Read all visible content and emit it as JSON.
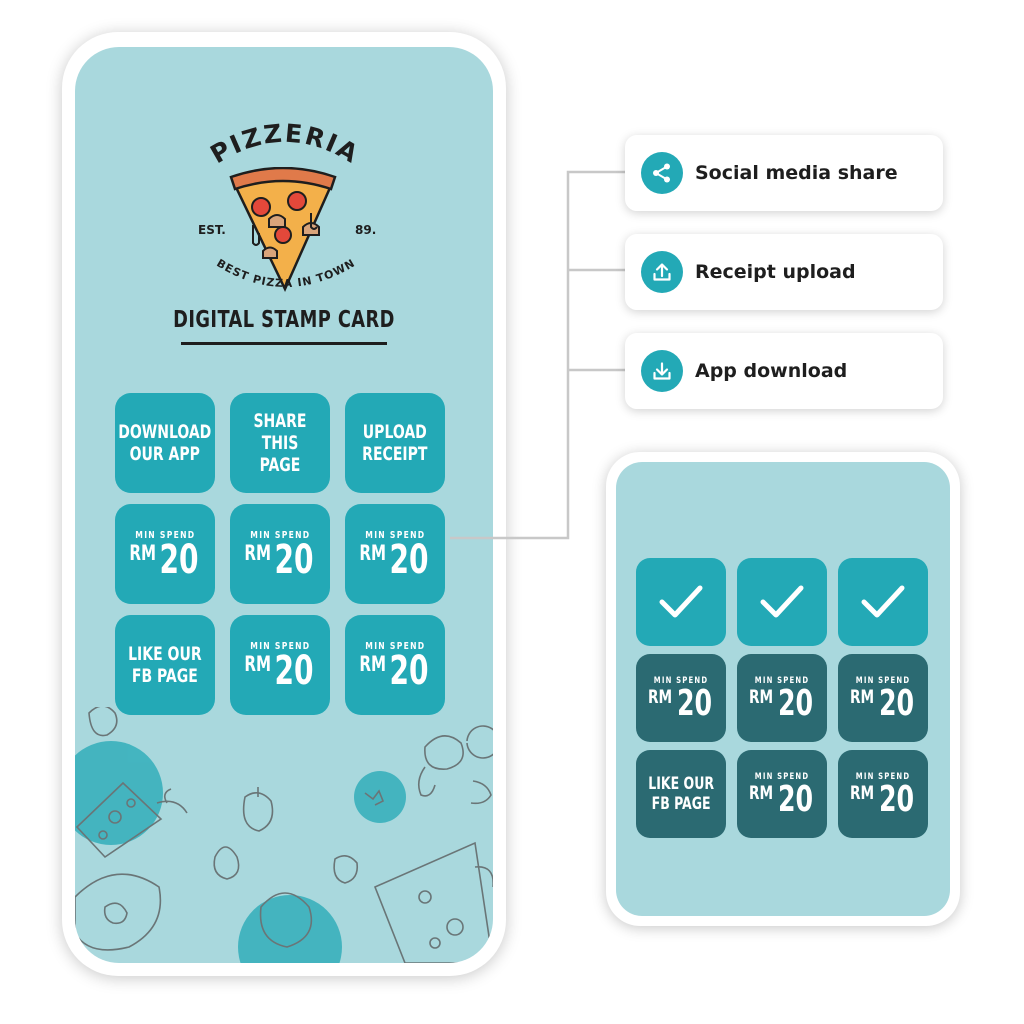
{
  "logo": {
    "brand": "PIZZERIA",
    "est": "EST.",
    "year": "89.",
    "tagline": "BEST PIZZA IN TOWN"
  },
  "card": {
    "title": "DIGITAL STAMP CARD",
    "stamps": [
      {
        "type": "text",
        "label": "DOWNLOAD\nOUR APP"
      },
      {
        "type": "text",
        "label": "SHARE\nTHIS PAGE"
      },
      {
        "type": "text",
        "label": "UPLOAD\nRECEIPT"
      },
      {
        "type": "spend",
        "min": "MIN SPEND",
        "currency": "RM",
        "amount": "20"
      },
      {
        "type": "spend",
        "min": "MIN SPEND",
        "currency": "RM",
        "amount": "20"
      },
      {
        "type": "spend",
        "min": "MIN SPEND",
        "currency": "RM",
        "amount": "20"
      },
      {
        "type": "text",
        "label": "LIKE OUR\nFB PAGE"
      },
      {
        "type": "spend",
        "min": "MIN SPEND",
        "currency": "RM",
        "amount": "20"
      },
      {
        "type": "spend",
        "min": "MIN SPEND",
        "currency": "RM",
        "amount": "20"
      }
    ]
  },
  "features": [
    {
      "label": "Social media share",
      "icon": "share-icon"
    },
    {
      "label": "Receipt upload",
      "icon": "upload-icon"
    },
    {
      "label": "App download",
      "icon": "download-icon"
    }
  ],
  "completed": {
    "stamps": [
      {
        "type": "check"
      },
      {
        "type": "check"
      },
      {
        "type": "check"
      },
      {
        "type": "spend",
        "min": "MIN SPEND",
        "currency": "RM",
        "amount": "20"
      },
      {
        "type": "spend",
        "min": "MIN SPEND",
        "currency": "RM",
        "amount": "20"
      },
      {
        "type": "spend",
        "min": "MIN SPEND",
        "currency": "RM",
        "amount": "20"
      },
      {
        "type": "text",
        "label": "LIKE OUR\nFB PAGE"
      },
      {
        "type": "spend",
        "min": "MIN SPEND",
        "currency": "RM",
        "amount": "20"
      },
      {
        "type": "spend",
        "min": "MIN SPEND",
        "currency": "RM",
        "amount": "20"
      }
    ]
  },
  "colors": {
    "screen_bg": "#a9d8dd",
    "stamp_teal": "#23a9b6",
    "stamp_dark": "#2b6a72",
    "text_dark": "#1e1e1e"
  }
}
